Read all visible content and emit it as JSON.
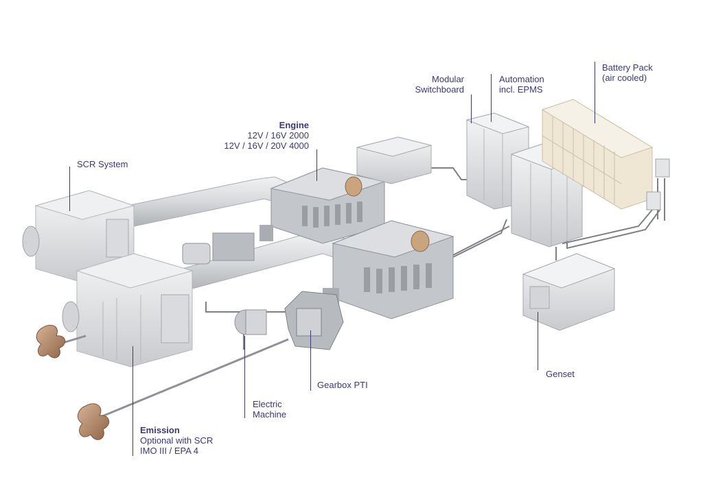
{
  "labels": {
    "engine": {
      "title": "Engine",
      "line1": "12V / 16V 2000",
      "line2": "12V / 16V / 20V 4000"
    },
    "scr_system": "SCR System",
    "switchboard": {
      "line1": "Modular",
      "line2": "Switchboard"
    },
    "automation": {
      "line1": "Automation",
      "line2": "incl. EPMS"
    },
    "battery": {
      "line1": "Battery Pack",
      "line2": "(air cooled)"
    },
    "genset": "Genset",
    "gearbox": "Gearbox PTI",
    "electric_machine": {
      "line1": "Electric",
      "line2": "Machine"
    },
    "emission": {
      "title": "Emission",
      "line1": "Optional with SCR",
      "line2": "IMO III / EPA 4"
    }
  },
  "colors": {
    "label_text": "#3b3877",
    "equipment": "#e6e7e9",
    "equipment_shade": "#c9cbcf",
    "pipe": "#7d7f84",
    "propeller": "#b3876a",
    "battery_cell": "#efe6d4"
  }
}
